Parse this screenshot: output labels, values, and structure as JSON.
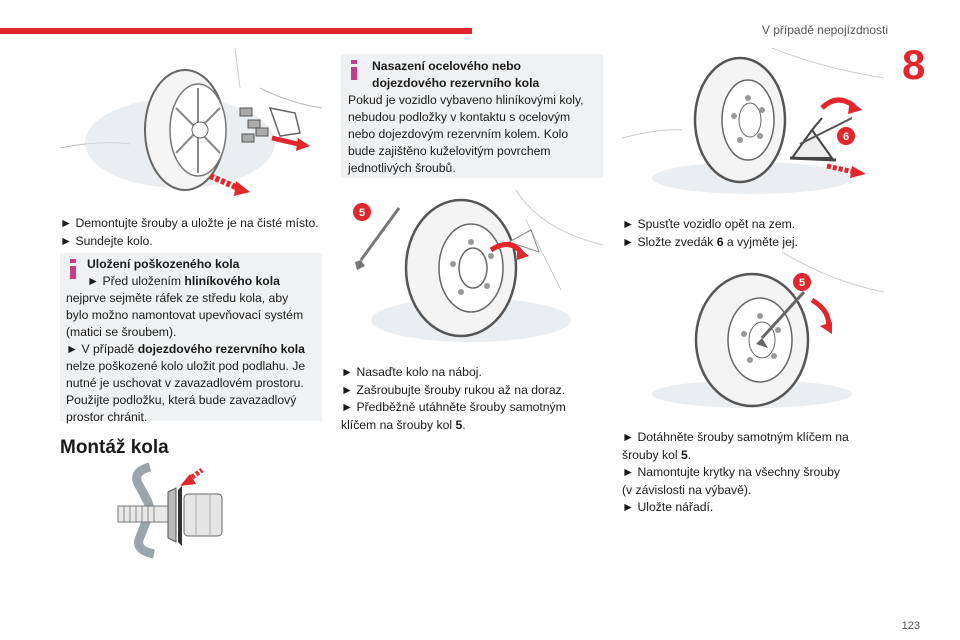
{
  "header": {
    "title": "V případě nepojízdnosti",
    "chapter_number": "8",
    "page_number": "123"
  },
  "col1": {
    "steps": [
      "► Demontujte šrouby a uložte je na čisté místo.",
      "► Sundejte kolo."
    ],
    "infobox": {
      "title": "Uložení poškozeného kola",
      "line1_pre": "► Před uložením ",
      "line1_bold": "hliníkového kola",
      "line2": "nejprve sejměte ráfek ze středu kola, aby",
      "line3": "bylo možno namontovat upevňovací systém",
      "line4": "(matici se šroubem).",
      "line5_pre": "► V případě ",
      "line5_bold": "dojezdového rezervního kola",
      "line6": "nelze poškozené kolo uložit pod podlahu. Je",
      "line7": "nutné je uschovat v zavazadlovém prostoru.",
      "line8": "Použijte podložku, která bude zavazadlový",
      "line9": "prostor chránit."
    },
    "section_title": "Montáž kola"
  },
  "col2": {
    "infobox": {
      "title_line1": "Nasazení ocelového nebo",
      "title_line2": "dojezdového rezervního kola",
      "lines": [
        "Pokud je vozidlo vybaveno hliníkovými koly,",
        "nebudou podložky v kontaktu s ocelovým",
        "nebo dojezdovým rezervním kolem. Kolo",
        "bude zajištěno kuželovitým povrchem",
        "jednotlivých šroubů."
      ]
    },
    "badge": "5",
    "steps": [
      "► Nasaďte kolo na náboj.",
      "► Zašroubujte šrouby rukou až na doraz.",
      "► Předběžně utáhněte šrouby samotným"
    ],
    "step3_cont_pre": "klíčem na šrouby kol ",
    "step3_cont_bold": "5",
    "step3_cont_post": "."
  },
  "col3": {
    "badge_top": "6",
    "steps_a": [
      "► Spusťte vozidlo opět na zem."
    ],
    "step_b_pre": "► Složte zvedák ",
    "step_b_bold": "6",
    "step_b_post": " a vyjměte jej.",
    "badge_bottom": "5",
    "step_c_line1": "► Dotáhněte šrouby samotným klíčem na",
    "step_c_line2_pre": "šrouby kol ",
    "step_c_line2_bold": "5",
    "step_c_line2_post": ".",
    "steps_d": [
      "► Namontujte krytky na všechny šrouby",
      "(v závislosti na výbavě).",
      "► Uložte nářadí."
    ]
  },
  "colors": {
    "accent": "#e2262b",
    "info_bg": "#f0f1f2",
    "info_icon": "#cc3a8a"
  }
}
